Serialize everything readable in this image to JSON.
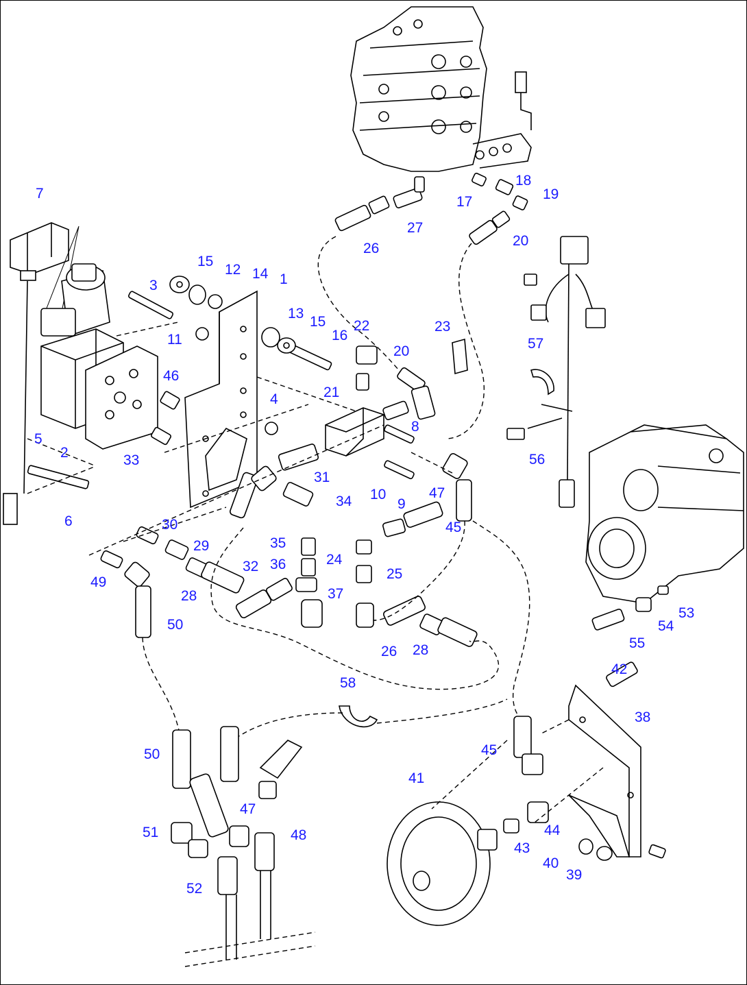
{
  "diagram": {
    "callouts": [
      {
        "id": "c7",
        "text": "7"
      },
      {
        "id": "c3",
        "text": "3"
      },
      {
        "id": "c15a",
        "text": "15"
      },
      {
        "id": "c12",
        "text": "12"
      },
      {
        "id": "c14",
        "text": "14"
      },
      {
        "id": "c1",
        "text": "1"
      },
      {
        "id": "c13",
        "text": "13"
      },
      {
        "id": "c15b",
        "text": "15"
      },
      {
        "id": "c16",
        "text": "16"
      },
      {
        "id": "c22",
        "text": "22"
      },
      {
        "id": "c11",
        "text": "11"
      },
      {
        "id": "c46",
        "text": "46"
      },
      {
        "id": "c20a",
        "text": "20"
      },
      {
        "id": "c21",
        "text": "21"
      },
      {
        "id": "c23",
        "text": "23"
      },
      {
        "id": "c4",
        "text": "4"
      },
      {
        "id": "c8",
        "text": "8"
      },
      {
        "id": "c5",
        "text": "5"
      },
      {
        "id": "c2",
        "text": "2"
      },
      {
        "id": "c33",
        "text": "33"
      },
      {
        "id": "c31",
        "text": "31"
      },
      {
        "id": "c10",
        "text": "10"
      },
      {
        "id": "c9",
        "text": "9"
      },
      {
        "id": "c47a",
        "text": "47"
      },
      {
        "id": "c34",
        "text": "34"
      },
      {
        "id": "c6",
        "text": "6"
      },
      {
        "id": "c30",
        "text": "30"
      },
      {
        "id": "c29",
        "text": "29"
      },
      {
        "id": "c35",
        "text": "35"
      },
      {
        "id": "c24",
        "text": "24"
      },
      {
        "id": "c45a",
        "text": "45"
      },
      {
        "id": "c49",
        "text": "49"
      },
      {
        "id": "c32",
        "text": "32"
      },
      {
        "id": "c36",
        "text": "36"
      },
      {
        "id": "c25",
        "text": "25"
      },
      {
        "id": "c28a",
        "text": "28"
      },
      {
        "id": "c37",
        "text": "37"
      },
      {
        "id": "c50a",
        "text": "50"
      },
      {
        "id": "c26a",
        "text": "26"
      },
      {
        "id": "c28b",
        "text": "28"
      },
      {
        "id": "c27",
        "text": "27"
      },
      {
        "id": "c26b",
        "text": "26"
      },
      {
        "id": "c17",
        "text": "17"
      },
      {
        "id": "c18",
        "text": "18"
      },
      {
        "id": "c19",
        "text": "19"
      },
      {
        "id": "c20b",
        "text": "20"
      },
      {
        "id": "c57",
        "text": "57"
      },
      {
        "id": "c56",
        "text": "56"
      },
      {
        "id": "c53",
        "text": "53"
      },
      {
        "id": "c54",
        "text": "54"
      },
      {
        "id": "c55",
        "text": "55"
      },
      {
        "id": "c42",
        "text": "42"
      },
      {
        "id": "c38",
        "text": "38"
      },
      {
        "id": "c58",
        "text": "58"
      },
      {
        "id": "c50b",
        "text": "50"
      },
      {
        "id": "c45b",
        "text": "45"
      },
      {
        "id": "c41",
        "text": "41"
      },
      {
        "id": "c51",
        "text": "51"
      },
      {
        "id": "c47b",
        "text": "47"
      },
      {
        "id": "c48",
        "text": "48"
      },
      {
        "id": "c44",
        "text": "44"
      },
      {
        "id": "c43",
        "text": "43"
      },
      {
        "id": "c52",
        "text": "52"
      },
      {
        "id": "c40",
        "text": "40"
      },
      {
        "id": "c39",
        "text": "39"
      }
    ]
  }
}
